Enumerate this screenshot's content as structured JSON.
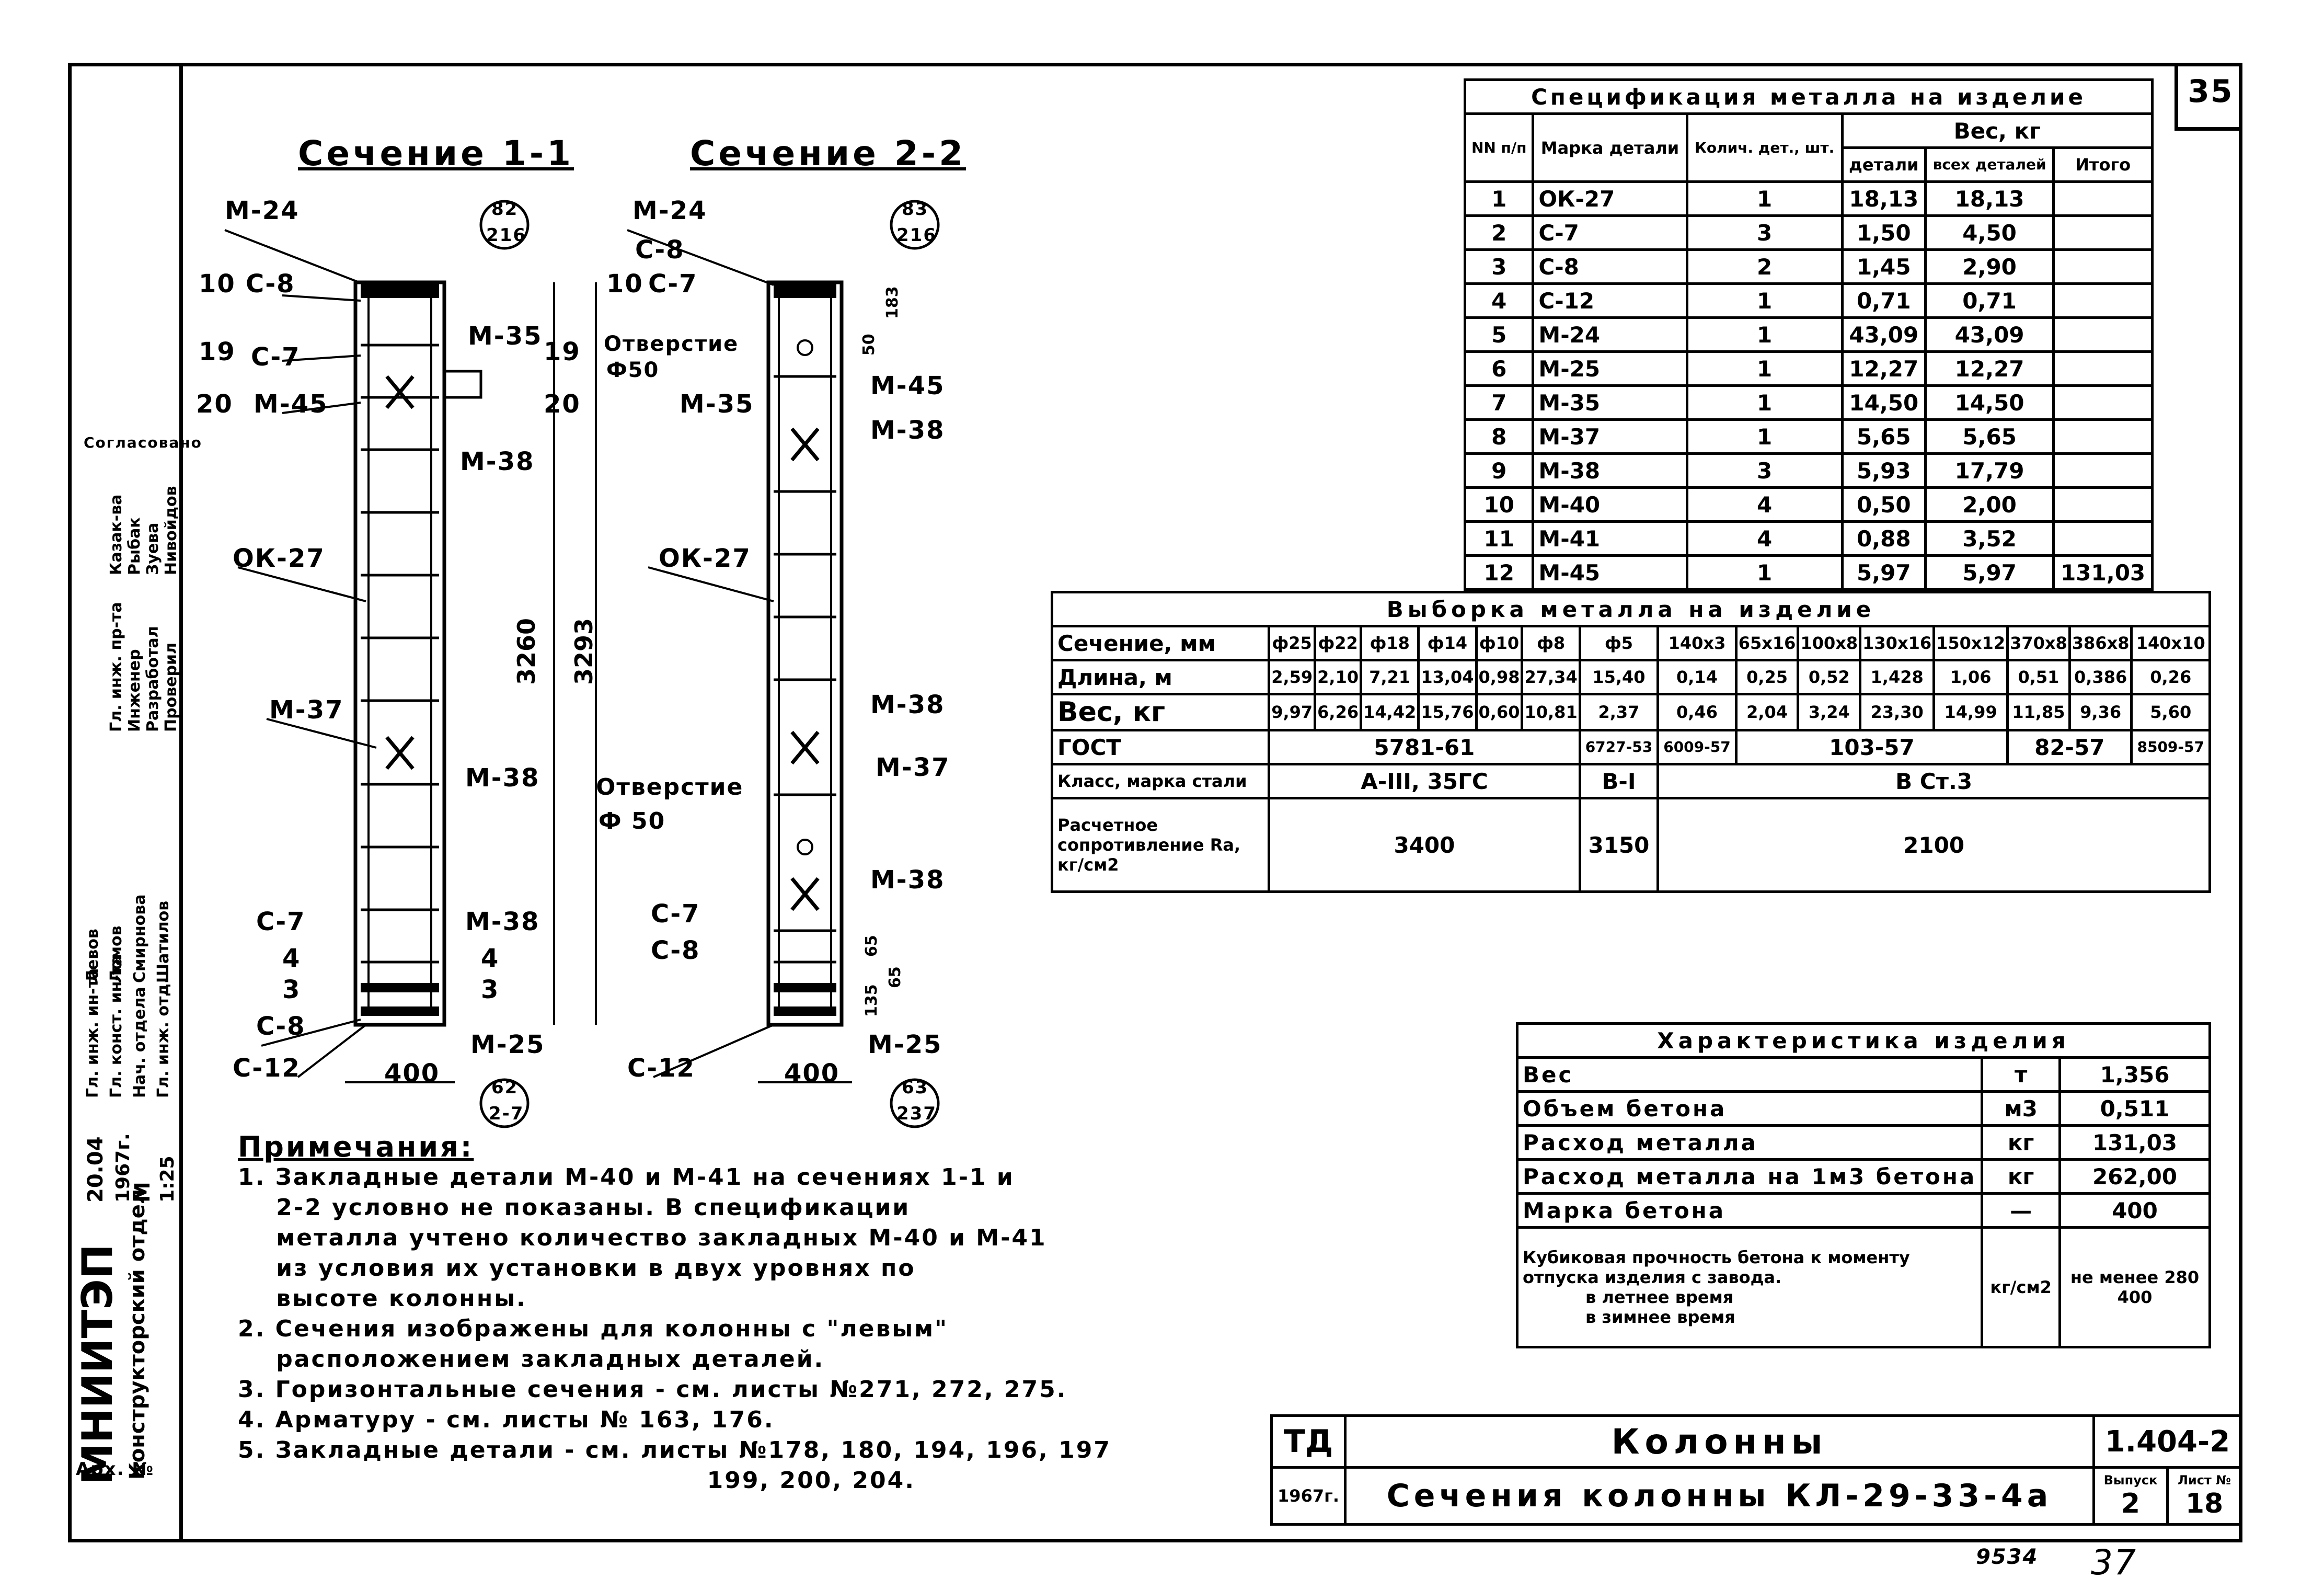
{
  "page_number": "35",
  "sheet_number_bottom": "37",
  "bottom_code": "9534",
  "section_1": {
    "title": "Сечение 1-1",
    "labels": [
      "M-24",
      "10",
      "С-8",
      "19",
      "С-7",
      "20",
      "M-45",
      "M-35",
      "19",
      "20",
      "M-38",
      "ОК-27",
      "3260",
      "3293",
      "M-37",
      "M-38",
      "С-7",
      "4",
      "3",
      "M-38",
      "4",
      "3",
      "С-8",
      "С-12",
      "M-25",
      "400",
      "82",
      "216",
      "62",
      "2-7"
    ]
  },
  "section_2": {
    "title": "Сечение 2-2",
    "labels": [
      "M-24",
      "С-8",
      "10",
      "С-7",
      "Отверстие",
      "Ф50",
      "M-35",
      "M-45",
      "M-38",
      "ОК-27",
      "M-38",
      "M-37",
      "Отверстие",
      "Ф 50",
      "M-38",
      "С-7",
      "С-8",
      "С-12",
      "M-25",
      "400",
      "83",
      "216",
      "63",
      "237",
      "50",
      "183",
      "65",
      "135",
      "65"
    ]
  },
  "spec": {
    "title": "Спецификация металла на изделие",
    "headers": {
      "nn": "NN п/п",
      "mark": "Марка детали",
      "qty": "Колич. дет., шт.",
      "weight": "Вес, кг",
      "w_part": "детали",
      "w_all": "всех деталей",
      "w_total": "Итого"
    },
    "rows": [
      [
        "1",
        "ОК-27",
        "1",
        "18,13",
        "18,13"
      ],
      [
        "2",
        "С-7",
        "3",
        "1,50",
        "4,50"
      ],
      [
        "3",
        "С-8",
        "2",
        "1,45",
        "2,90"
      ],
      [
        "4",
        "С-12",
        "1",
        "0,71",
        "0,71"
      ],
      [
        "5",
        "M-24",
        "1",
        "43,09",
        "43,09"
      ],
      [
        "6",
        "M-25",
        "1",
        "12,27",
        "12,27"
      ],
      [
        "7",
        "M-35",
        "1",
        "14,50",
        "14,50"
      ],
      [
        "8",
        "M-37",
        "1",
        "5,65",
        "5,65"
      ],
      [
        "9",
        "M-38",
        "3",
        "5,93",
        "17,79"
      ],
      [
        "10",
        "M-40",
        "4",
        "0,50",
        "2,00"
      ],
      [
        "11",
        "M-41",
        "4",
        "0,88",
        "3,52"
      ],
      [
        "12",
        "M-45",
        "1",
        "5,97",
        "5,97"
      ]
    ],
    "total": "131,03"
  },
  "selection": {
    "title": "Выборка металла на изделие",
    "row_labels": [
      "Сечение, мм",
      "Длина, м",
      "Вес, кг",
      "ГОСТ",
      "Класс, марка стали",
      "Расчетное сопротивление Ra, кг/см2"
    ],
    "sections": [
      "ф25",
      "ф22",
      "ф18",
      "ф14",
      "ф10",
      "ф8",
      "ф5",
      "140х3",
      "65х16",
      "100х8",
      "130х16",
      "150х12",
      "370х8",
      "386х8",
      "140х10"
    ],
    "lengths": [
      "2,59",
      "2,10",
      "7,21",
      "13,04",
      "0,98",
      "27,34",
      "15,40",
      "0,14",
      "0,25",
      "0,52",
      "1,428",
      "1,06",
      "0,51",
      "0,386",
      "0,26"
    ],
    "weights": [
      "9,97",
      "6,26",
      "14,42",
      "15,76",
      "0,60",
      "10,81",
      "2,37",
      "0,46",
      "2,04",
      "3,24",
      "23,30",
      "14,99",
      "11,85",
      "9,36",
      "5,60"
    ],
    "gost": [
      "5781-61",
      "6727-53",
      "6009-57",
      "103-57",
      "82-57",
      "8509-57"
    ],
    "steel": [
      "А-III, 35ГС",
      "В-I",
      "В Ст.3"
    ],
    "resistance": [
      "3400",
      "3150",
      "2100"
    ]
  },
  "characteristics": {
    "title": "Характеристика изделия",
    "rows": [
      [
        "Вес",
        "т",
        "1,356"
      ],
      [
        "Объем бетона",
        "м3",
        "0,511"
      ],
      [
        "Расход металла",
        "кг",
        "131,03"
      ],
      [
        "Расход металла на 1м3 бетона",
        "кг",
        "262,00"
      ],
      [
        "Марка бетона",
        "—",
        "400"
      ]
    ],
    "strength_label": "Кубиковая прочность бетона к моменту отпуска изделия с завода.",
    "summer": "в летнее время",
    "winter": "в зимнее время",
    "strength_unit": "кг/см2",
    "strength_summer": "не менее 280",
    "strength_winter": "400"
  },
  "notes": {
    "heading": "Примечания:",
    "items": [
      "1. Закладные детали М-40 и М-41 на сечениях 1-1 и\n    2-2 условно не показаны. В спецификации\n    металла учтено количество закладных М-40 и М-41\n    из условия их установки в двух уровнях по\n    высоте колонны.",
      "2. Сечения изображены для колонны с \"левым\"\n    расположением закладных деталей.",
      "3. Горизонтальные сечения - см. листы №271, 272, 275.",
      "4. Арматуру - см. листы № 163, 176.",
      "5. Закладные детали - см. листы №178, 180, 194, 196, 197\n                                                 199, 200, 204."
    ]
  },
  "stamp": {
    "td": "ТД",
    "year": "1967г.",
    "title1": "Колонны",
    "title2": "Сечения колонны КЛ-29-33-4а",
    "code": "1.404-2",
    "issue_label": "Выпуск",
    "issue": "2",
    "sheet_label": "Лист №",
    "sheet": "18"
  },
  "sidebar": {
    "org": "МНИИТЭП",
    "dept": "Конструкторский отдел",
    "date": "20.04",
    "year": "1967г.",
    "scale": "1:25",
    "m": "М",
    "arch": "Арх. №",
    "roles": [
      "Гл. инж. ин-та",
      "Гл. конст. ин-та",
      "Нач. отдела",
      "Гл. инж. отд."
    ],
    "names": [
      "Левов",
      "Ломов",
      "Смирнова",
      "Шатилов"
    ],
    "roles2": [
      "Гл. инж. пр-та",
      "Инженер",
      "Разработал",
      "Проверил"
    ],
    "names2": [
      "Казак-ва",
      "Рыбак",
      "Зуева",
      "Нивойдов"
    ],
    "approved": "Согласовано"
  }
}
